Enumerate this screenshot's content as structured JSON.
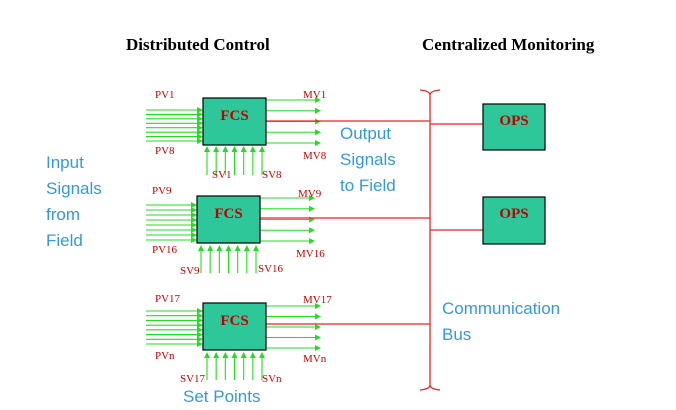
{
  "headers": {
    "distributed": "Distributed Control",
    "centralized": "Centralized Monitoring"
  },
  "colors": {
    "box_fill": "#2ec79a",
    "box_text": "#c00000",
    "signal_line": "#22dd22",
    "bus_line": "#ee2222",
    "signal_label": "#cc0000",
    "note_text": "#3399dd"
  },
  "fcs_units": [
    {
      "label": "FCS",
      "pv_first": "PV1",
      "pv_last": "PV8",
      "mv_first": "MV1",
      "mv_last": "MV8",
      "sv_first": "SV1",
      "sv_last": "SV8"
    },
    {
      "label": "FCS",
      "pv_first": "PV9",
      "pv_last": "PV16",
      "mv_first": "MV9",
      "mv_last": "MV16",
      "sv_first": "SV9",
      "sv_last": "SV16"
    },
    {
      "label": "FCS",
      "pv_first": "PV17",
      "pv_last": "PVn",
      "mv_first": "MV17",
      "mv_last": "MVn",
      "sv_first": "SV17",
      "sv_last": "SVn"
    }
  ],
  "ops_units": [
    {
      "label": "OPS"
    },
    {
      "label": "OPS"
    }
  ],
  "notes": {
    "input": [
      "Input",
      "Signals",
      "from",
      "Field"
    ],
    "output": [
      "Output",
      "Signals",
      "to Field"
    ],
    "bus": [
      "Communication",
      "Bus"
    ],
    "setpoints": "Set Points"
  }
}
